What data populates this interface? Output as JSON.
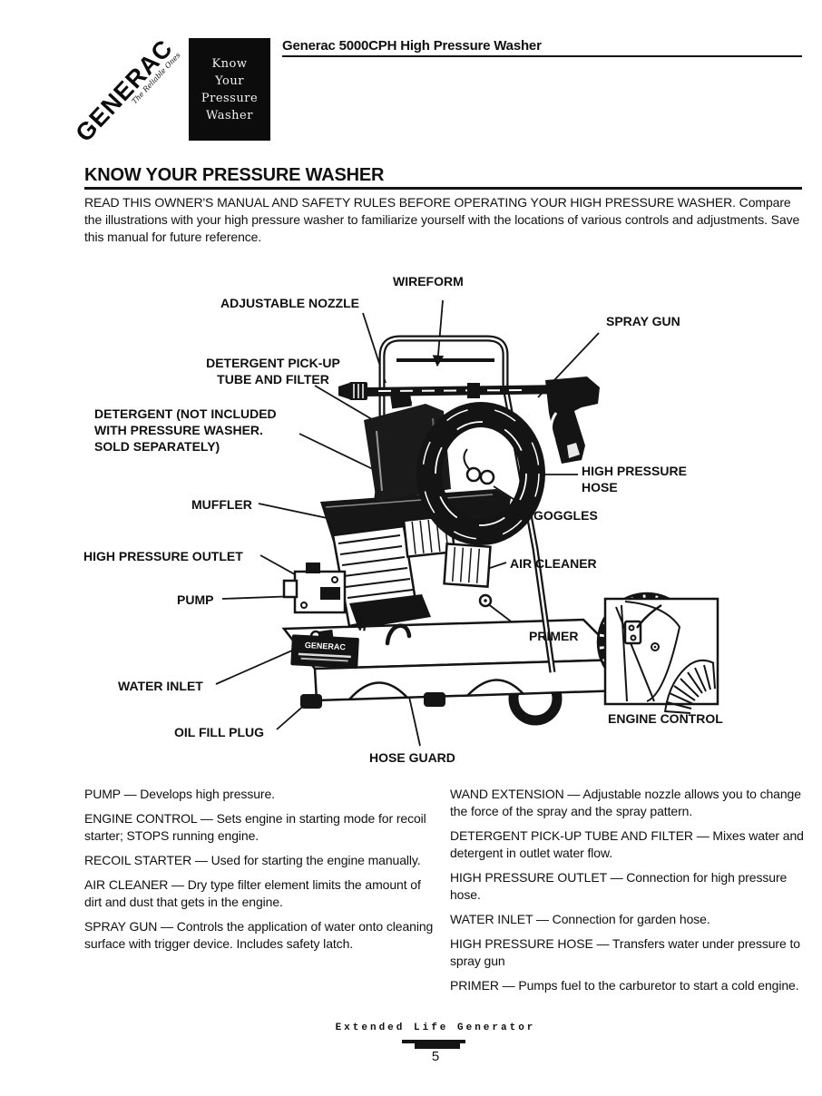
{
  "header": {
    "logo_text": "GENERAC",
    "logo_tagline": "The Reliable Ones",
    "badge_text": "Know\nYour\nPressure\nWasher",
    "title": "Generac 5000CPH  High Pressure Washer"
  },
  "section": {
    "title": "KNOW YOUR PRESSURE WASHER",
    "intro": "READ THIS OWNER'S MANUAL AND SAFETY RULES BEFORE OPERATING YOUR HIGH PRESSURE WASHER.  Compare the illustrations with your high pressure washer to familiarize yourself with the locations of various controls and adjustments.  Save this manual for future reference."
  },
  "diagram": {
    "labels": {
      "wireform": "WIREFORM",
      "adjustable_nozzle": "ADJUSTABLE NOZZLE",
      "spray_gun": "SPRAY GUN",
      "detergent_pickup": "DETERGENT PICK-UP\nTUBE AND FILTER",
      "detergent_note": "DETERGENT (NOT INCLUDED\nWITH PRESSURE WASHER.\nSOLD SEPARATELY)",
      "muffler": "MUFFLER",
      "high_pressure_outlet": "HIGH PRESSURE OUTLET",
      "pump": "PUMP",
      "high_pressure_hose": "HIGH PRESSURE\nHOSE",
      "goggles": "GOGGLES",
      "air_cleaner": "AIR CLEANER",
      "primer": "PRIMER",
      "water_inlet": "WATER INLET",
      "oil_fill_plug": "OIL FILL PLUG",
      "hose_guard": "HOSE GUARD",
      "engine_control": "ENGINE CONTROL"
    },
    "plate_text": "GENERAC"
  },
  "definitions": {
    "left": [
      "PUMP — Develops high pressure.",
      "ENGINE CONTROL — Sets engine in starting mode for recoil starter; STOPS running engine.",
      "RECOIL STARTER — Used for starting the engine manually.",
      "AIR CLEANER — Dry type filter element limits the amount of dirt and dust that gets in the engine.",
      "SPRAY GUN — Controls the application of water onto cleaning surface with trigger device.  Includes safety latch."
    ],
    "right": [
      "WAND EXTENSION — Adjustable nozzle allows you to change the force of the spray and the spray pattern.",
      "DETERGENT PICK-UP TUBE AND FILTER — Mixes water and detergent in outlet water flow.",
      "HIGH PRESSURE OUTLET — Connection for high pressure hose.",
      "WATER INLET — Connection for garden hose.",
      "HIGH PRESSURE HOSE — Transfers water under pressure to spray gun",
      "PRIMER — Pumps fuel to the carburetor to start a cold engine."
    ]
  },
  "footer": {
    "tagline": "Extended Life Generator",
    "page_number": "5"
  }
}
